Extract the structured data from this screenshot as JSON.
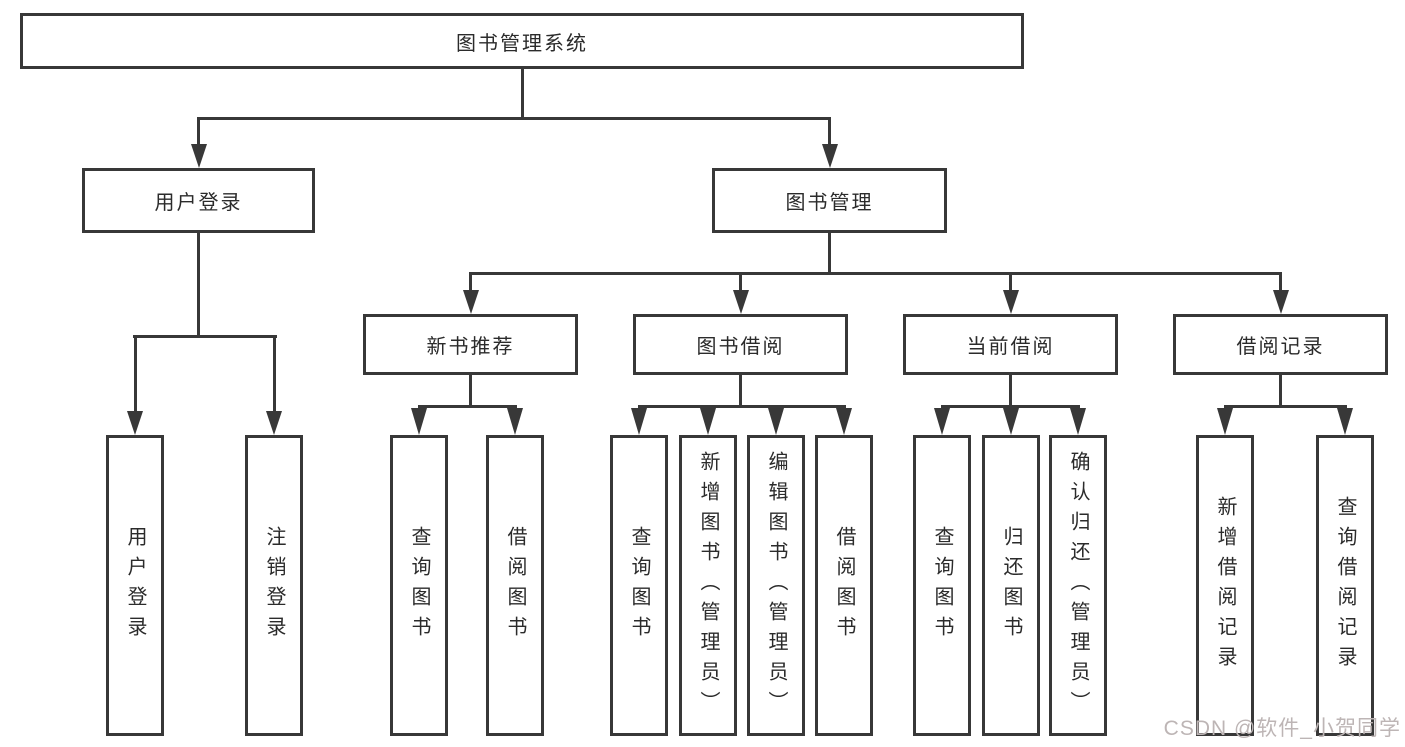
{
  "tree": {
    "root": "图书管理系统",
    "children": [
      {
        "label": "用户登录",
        "children": [
          "用户登录",
          "注销登录"
        ]
      },
      {
        "label": "图书管理",
        "children": [
          {
            "label": "新书推荐",
            "children": [
              "查询图书",
              "借阅图书"
            ]
          },
          {
            "label": "图书借阅",
            "children": [
              "查询图书",
              "新增图书（管理员）",
              "编辑图书（管理员）",
              "借阅图书"
            ]
          },
          {
            "label": "当前借阅",
            "children": [
              "查询图书",
              "归还图书",
              "确认归还（管理员）"
            ]
          },
          {
            "label": "借阅记录",
            "children": [
              "新增借阅记录",
              "查询借阅记录"
            ]
          }
        ]
      }
    ]
  },
  "watermark": "CSDN @软件_小贺同学",
  "colors": {
    "line": "#383838",
    "text": "#2b2b2b",
    "watermark": "#bdb5b5",
    "background": "#ffffff"
  }
}
